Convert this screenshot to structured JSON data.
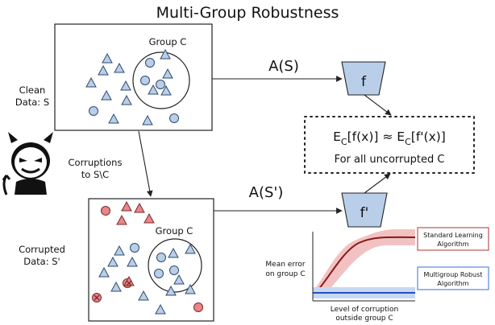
{
  "title": "Multi-Group Robustness",
  "clean_box": {
    "group_label": "Group C"
  },
  "clean_label": [
    "Clean",
    "Data: S"
  ],
  "corruption_label": [
    "Corruptions",
    "to S\\C"
  ],
  "corrupted_box": {
    "group_label": "Group C"
  },
  "corrupted_label": [
    "Corrupted",
    "Data: S'"
  ],
  "arrow_top_label": "A(S)",
  "arrow_bottom_label": "A(S')",
  "model_top": "f",
  "model_bottom": "f'",
  "equation": {
    "lhs_prefix": "E",
    "lhs_sub": "C",
    "lhs_body": "[f(x)] ≈ ",
    "rhs_prefix": "E",
    "rhs_sub": "C",
    "rhs_body": "[f'(x)]",
    "caption": "For all uncorrupted C"
  },
  "chart_data": {
    "type": "line",
    "ylabel": [
      "Mean error",
      "on group C"
    ],
    "xlabel": [
      "Level of corruption",
      "outside group C"
    ],
    "series": [
      {
        "name": "Standard Learning Algorithm",
        "color": "#8b1a1a",
        "band_color": "#f2b8b8"
      },
      {
        "name": "Multigroup Robust Algorithm",
        "color": "#1f4fbf",
        "band_color": "#b9cdf0"
      }
    ]
  },
  "colors": {
    "clean_point": "#b9cfe9",
    "point_stroke": "#2f4a6b",
    "corrupt_point": "#e8868a",
    "corrupt_stroke": "#7a2a2a",
    "model_fill": "#b9cfe9",
    "red_legend_border": "#b03030",
    "blue_legend_border": "#3a6fd0"
  }
}
